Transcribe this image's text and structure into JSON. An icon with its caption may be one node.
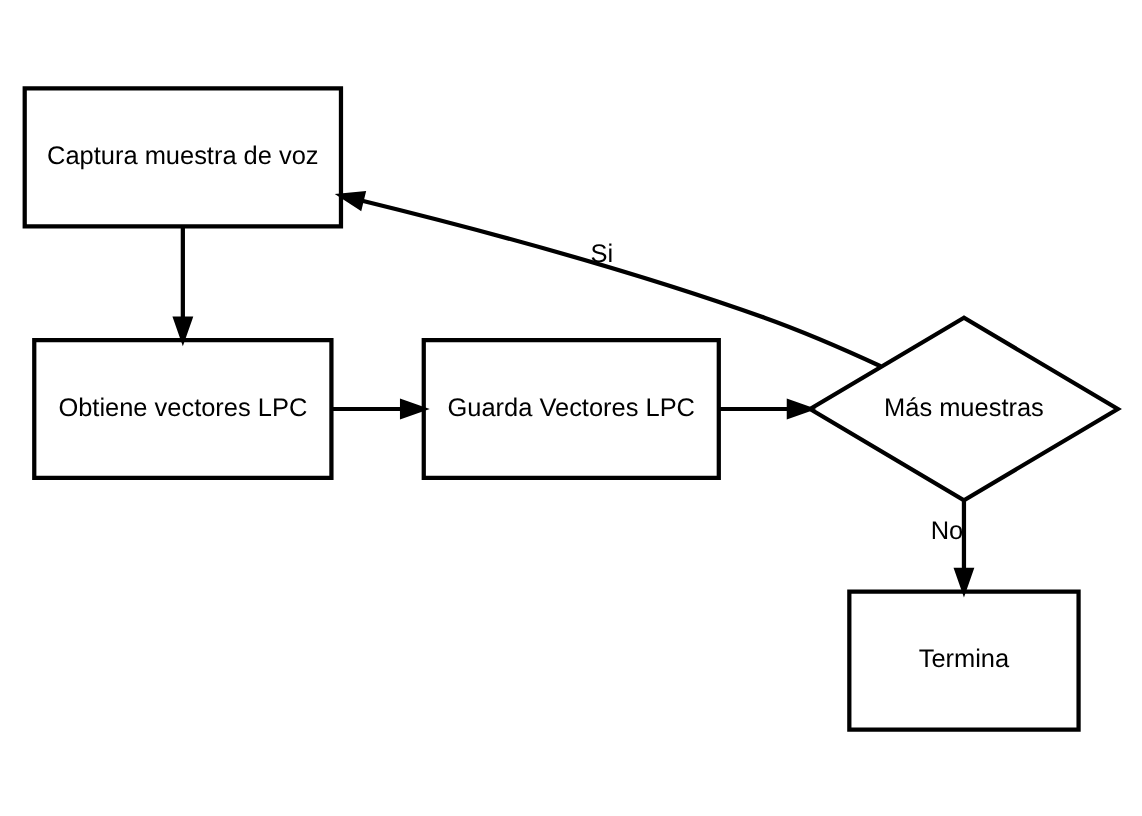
{
  "diagram": {
    "nodes": [
      {
        "text": [
          "Captura muestra de voz"
        ]
      },
      {
        "text": [
          "Obtiene vectores LPC"
        ]
      },
      {
        "text": [
          "Guarda Vectores LPC"
        ]
      },
      {
        "text": [
          "Más muestras"
        ]
      },
      {
        "text": [
          "Termina"
        ]
      }
    ],
    "edges": [
      {
        "from": 0,
        "to": 1,
        "arrow": "to"
      },
      {
        "from": 1,
        "to": 2,
        "arrow": "to"
      },
      {
        "from": 2,
        "to": 3,
        "arrow": "to"
      },
      {
        "from": 3,
        "to": 0,
        "label": "Si",
        "arrow": "to"
      },
      {
        "from": 3,
        "to": 4,
        "label": "No",
        "arrow": "to"
      }
    ]
  }
}
